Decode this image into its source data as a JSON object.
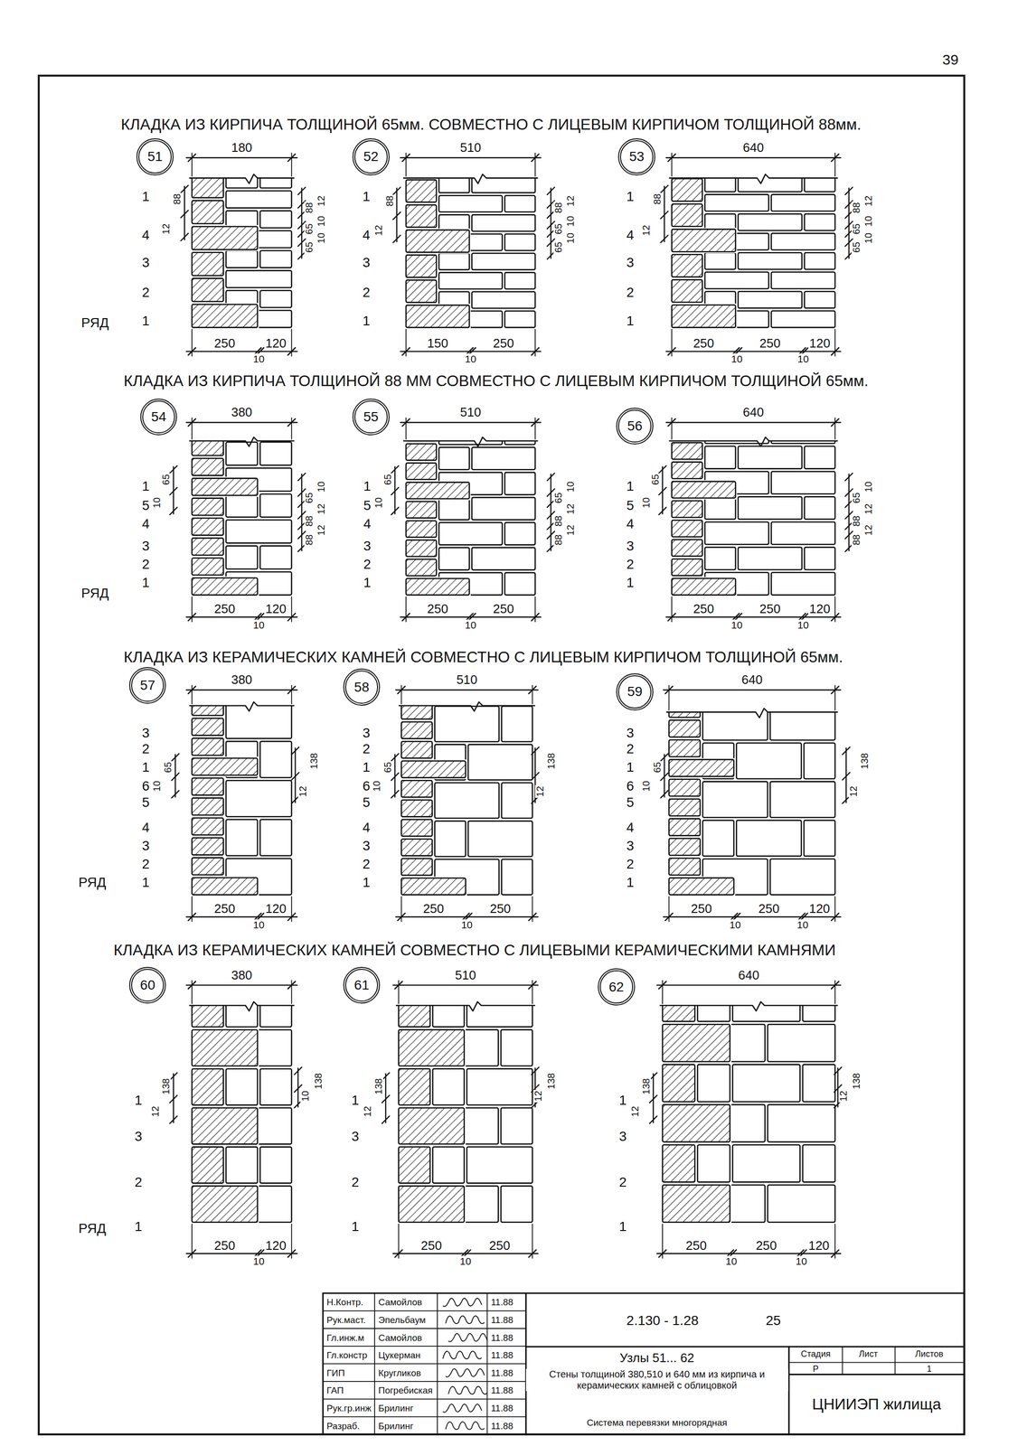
{
  "diagram": {
    "nodes": [
      {
        "text": [
          "51"
        ]
      },
      {
        "text": [
          "52"
        ]
      },
      {
        "text": [
          "53"
        ]
      },
      {
        "text": [
          "54"
        ]
      },
      {
        "text": [
          "55"
        ]
      },
      {
        "text": [
          "56"
        ]
      },
      {
        "text": [
          "57"
        ]
      },
      {
        "text": [
          "58"
        ]
      },
      {
        "text": [
          "59"
        ]
      },
      {
        "text": [
          "60"
        ]
      },
      {
        "text": [
          "61"
        ]
      },
      {
        "text": [
          "62"
        ]
      }
    ],
    "labels": [
      "39",
      "КЛАДКА ИЗ КИРПИЧА ТОЛЩИНОЙ 65мм. СОВМЕСТНО С ЛИЦЕВЫМ КИРПИЧОМ ТОЛЩИНОЙ 88мм.",
      "180",
      "1",
      "4",
      "3",
      "2",
      "1",
      "РЯД",
      "88",
      "12",
      "65",
      "65",
      "88",
      "10",
      "10",
      "12",
      "250",
      "120",
      "10",
      "510",
      "1",
      "4",
      "3",
      "2",
      "1",
      "88",
      "12",
      "65",
      "65",
      "88",
      "10",
      "10",
      "12",
      "150",
      "250",
      "10",
      "640",
      "1",
      "4",
      "3",
      "2",
      "1",
      "88",
      "12",
      "65",
      "65",
      "88",
      "10",
      "10",
      "12",
      "250",
      "250",
      "120",
      "10",
      "10",
      "КЛАДКА ИЗ КИРПИЧА ТОЛЩИНОЙ 88 ММ СОВМЕСТНО С ЛИЦЕВЫМ КИРПИЧОМ ТОЛЩИНОЙ 65мм.",
      "380",
      "1",
      "5",
      "4",
      "3",
      "2",
      "1",
      "РЯД",
      "65",
      "10",
      "88",
      "88",
      "65",
      "12",
      "12",
      "10",
      "250",
      "120",
      "10",
      "510",
      "1",
      "5",
      "4",
      "3",
      "2",
      "1",
      "65",
      "10",
      "88",
      "88",
      "65",
      "12",
      "12",
      "10",
      "250",
      "250",
      "10",
      "640",
      "1",
      "5",
      "4",
      "3",
      "2",
      "1",
      "65",
      "10",
      "88",
      "88",
      "65",
      "12",
      "12",
      "10",
      "250",
      "250",
      "120",
      "10",
      "10",
      "КЛАДКА ИЗ КЕРАМИЧЕСКИХ КАМНЕЙ СОВМЕСТНО С ЛИЦЕВЫМ КИРПИЧОМ ТОЛЩИНОЙ 65мм.",
      "380",
      "3",
      "2",
      "1",
      "6",
      "5",
      "4",
      "3",
      "2",
      "1",
      "РЯД",
      "65",
      "10",
      "138",
      "12",
      "250",
      "120",
      "10",
      "510",
      "3",
      "2",
      "1",
      "6",
      "5",
      "4",
      "3",
      "2",
      "1",
      "65",
      "10",
      "138",
      "12",
      "250",
      "250",
      "10",
      "640",
      "3",
      "2",
      "1",
      "6",
      "5",
      "4",
      "3",
      "2",
      "1",
      "65",
      "10",
      "138",
      "12",
      "250",
      "250",
      "120",
      "10",
      "10",
      "КЛАДКА ИЗ КЕРАМИЧЕСКИХ КАМНЕЙ СОВМЕСТНО С ЛИЦЕВЫМИ КЕРАМИЧЕСКИМИ КАМНЯМИ",
      "380",
      "1",
      "3",
      "2",
      "1",
      "РЯД",
      "138",
      "12",
      "138",
      "10",
      "250",
      "120",
      "10",
      "510",
      "1",
      "3",
      "2",
      "1",
      "138",
      "12",
      "138",
      "12",
      "250",
      "250",
      "10",
      "640",
      "1",
      "3",
      "2",
      "1",
      "138",
      "12",
      "138",
      "12",
      "250",
      "250",
      "120",
      "10",
      "10",
      "Н.Контр.",
      "Самойлов",
      "11.88",
      "Рук.маст.",
      "Эпельбаум",
      "11.88",
      "Гл.инж.м",
      "Самойлов",
      "11.88",
      "Гл.констр",
      "Цукерман",
      "11.88",
      "ГИП",
      "Кругликов",
      "11.88",
      "ГАП",
      "Погребиская",
      "11.88",
      "Рук.гр.инж",
      "Брилинг",
      "11.88",
      "Разраб.",
      "Брилинг",
      "11.88",
      "2.130 - 1.28",
      "25",
      "Узлы 51... 62",
      "Стены толщиной 380,510 и 640 мм из кирпича и керамических камней с облицовкой",
      "Система перевязки многорядная",
      "Стадия",
      "Лист",
      "Листов",
      "Р",
      "1",
      "ЦНИИЭП жилища"
    ]
  }
}
